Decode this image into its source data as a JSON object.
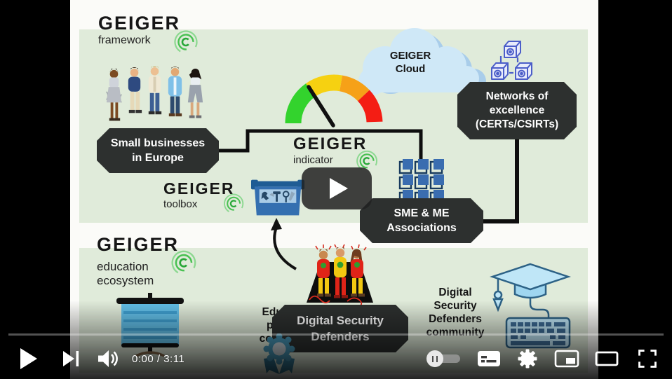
{
  "player": {
    "time": "0:00 / 3:11",
    "state": "paused-unstarted",
    "icons": {
      "left": [
        "play-icon",
        "next-icon",
        "volume-icon"
      ],
      "right": [
        "autoplay-toggle",
        "subtitles-icon",
        "settings-icon",
        "miniplayer-icon",
        "theater-icon",
        "fullscreen-icon"
      ],
      "center": "big-play-button"
    }
  },
  "diagram": {
    "framework_logo": {
      "title": "GEIGER",
      "subtitle": "framework"
    },
    "indicator_logo": {
      "title": "GEIGER",
      "subtitle": "indicator"
    },
    "toolbox_logo": {
      "title": "GEIGER",
      "subtitle": "toolbox"
    },
    "education_logo": {
      "title": "GEIGER",
      "subtitle1": "education",
      "subtitle2": "ecosystem"
    },
    "cloud": {
      "line1": "GEIGER",
      "line2": "Cloud"
    },
    "boxes": {
      "small_businesses": {
        "line1": "Small businesses",
        "line2": "in Europe"
      },
      "networks": {
        "line1": "Networks of",
        "line2": "excellence",
        "line3": "(CERTs/CSIRTs)"
      },
      "sme": {
        "line1": "SME & ME",
        "line2": "Associations"
      },
      "defenders": {
        "line1": "Digital Security",
        "line2": "Defenders"
      }
    },
    "labels": {
      "education_provider": {
        "line1": "Education",
        "line2": "provider",
        "line3": "community"
      },
      "defenders_community": {
        "line1": "Digital",
        "line2": "Security",
        "line3": "Defenders",
        "line4": "community"
      }
    },
    "illustrations": [
      "people-group",
      "indicator-gauge",
      "cloud-shape",
      "network-cubes-icon",
      "blocks-grid-icon",
      "toolbox-icon",
      "superheroes-group",
      "certification-badge-icon",
      "projector-screen",
      "graduation-cap-icon",
      "keyboard-icon",
      "curved-arrow",
      "geiger-signal-icon"
    ],
    "colors": {
      "section_bg": "#e0ebda",
      "box_bg": "#2d302f",
      "gauge_green": "#33d32d",
      "gauge_yellow": "#f6d111",
      "gauge_orange": "#f6a118",
      "gauge_red": "#f41d14",
      "cloud_fill": "#cfe8f7",
      "accent_blue": "#3a6db0",
      "signal_green": "#2aa82d"
    }
  }
}
